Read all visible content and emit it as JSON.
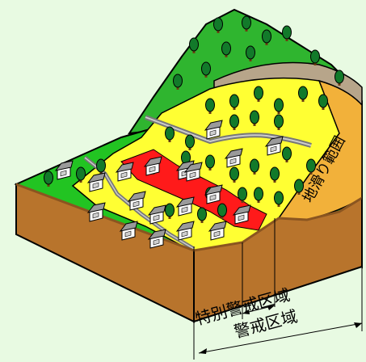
{
  "labels": {
    "landslide_range": "地滑り範囲",
    "special_warning_zone": "特別警戒区域",
    "warning_zone": "警戒区域"
  },
  "colors": {
    "background": "#e8fae2",
    "grass": "#22c422",
    "warning_zone": "#ffff33",
    "special_zone": "#ff1a1a",
    "landslide_band": "#f2b13a",
    "soil": "#b8742c",
    "soil_dark": "#8a5520",
    "rock": "#b7a58a",
    "forest_slope": "#2fb52f"
  },
  "icons": [
    "tree-icon",
    "house-icon"
  ]
}
